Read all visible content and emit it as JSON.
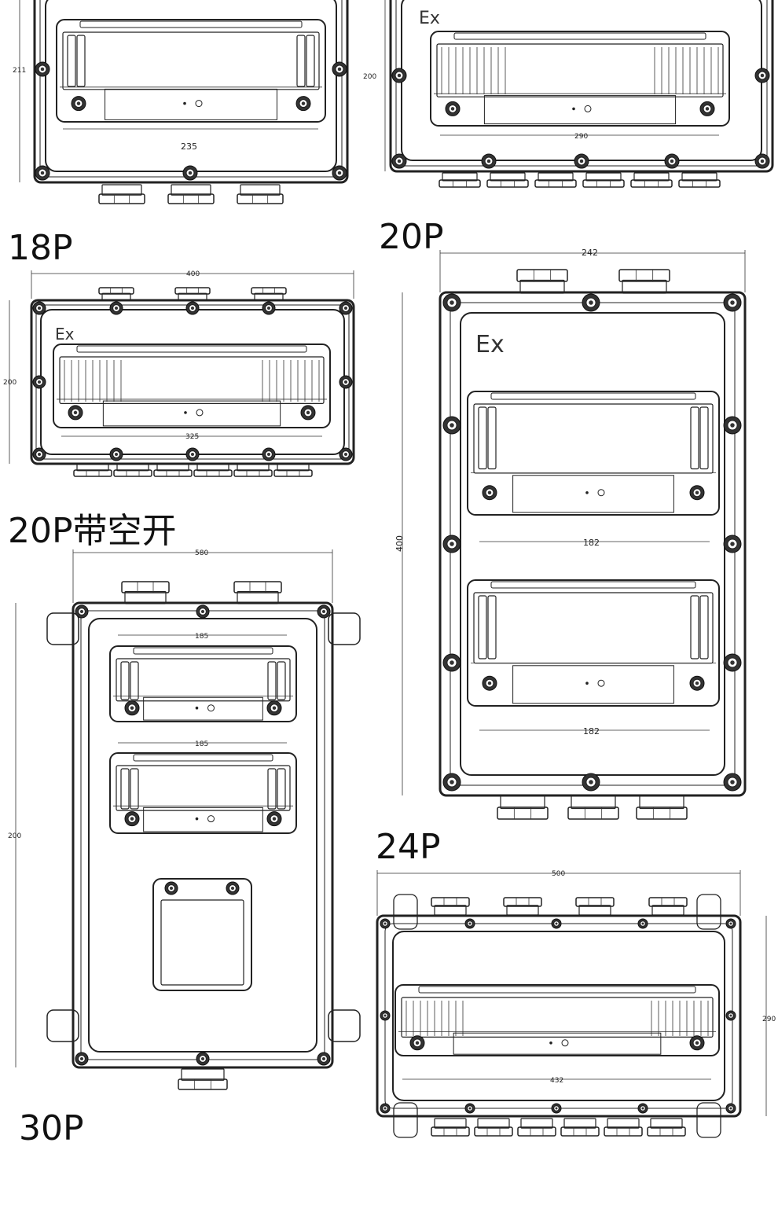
{
  "models": [
    {
      "id": "top-left",
      "dims": {
        "height": "211",
        "inner_width": "235"
      }
    },
    {
      "id": "top-right",
      "mark": "Ex",
      "dims": {
        "height": "200",
        "inner_width": "290"
      }
    },
    {
      "id": "18P",
      "title": "18P",
      "mark": "Ex",
      "dims": {
        "width": "400",
        "height": "200",
        "inner_width": "325"
      }
    },
    {
      "id": "20P",
      "title": "20P",
      "mark": "Ex",
      "dims": {
        "width": "242",
        "height": "400",
        "inner_width_1": "182",
        "inner_width_2": "182"
      }
    },
    {
      "id": "20P-breaker",
      "title": "20P带空开",
      "dims": {
        "width": "580",
        "height": "200",
        "inner_width_1": "185",
        "inner_width_2": "185"
      }
    },
    {
      "id": "24P",
      "title": "24P",
      "dims": {
        "width": "500",
        "height": "290",
        "inner_width": "432"
      }
    },
    {
      "id": "30P",
      "title": "30P"
    }
  ]
}
